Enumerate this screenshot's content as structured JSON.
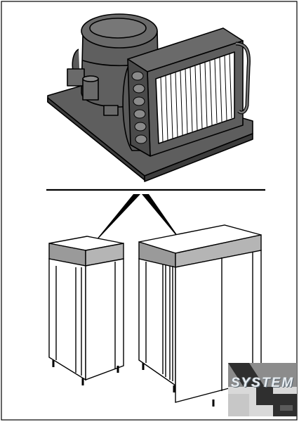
{
  "logo": {
    "text": "SYSTEM",
    "colors": {
      "dark": "#2f2f2f",
      "mid": "#8c8c8c",
      "light": "#d9d9d9",
      "lettering": "#e9eef2"
    }
  },
  "diagram": {
    "components": [
      "condensing-unit",
      "single-door-cabinet",
      "double-door-cabinet"
    ],
    "colors": {
      "unit_body": "#5f5f5f",
      "unit_shadow": "#3e3e3e",
      "outline": "#000000",
      "highlight_band": "#9a9a9a",
      "background": "#ffffff"
    }
  }
}
